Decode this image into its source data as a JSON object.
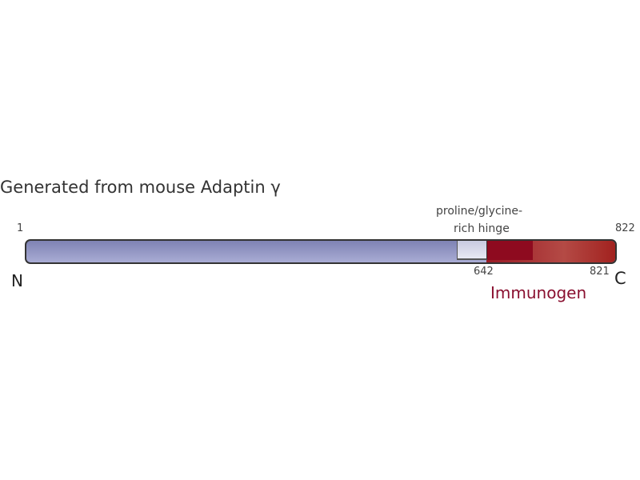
{
  "title": "Generated from mouse Adaptin γ",
  "labels": {
    "start": "1",
    "end": "822",
    "n_term": "N",
    "c_term": "C",
    "hinge_line1": "proline/glycine-",
    "hinge_line2": "rich hinge",
    "imm_start": "642",
    "imm_end": "821",
    "immunogen": "Immunogen"
  },
  "colors": {
    "protein": "#8f93c3",
    "immunogen": "#8e0a1f",
    "immunogen_label": "#8a1030"
  }
}
